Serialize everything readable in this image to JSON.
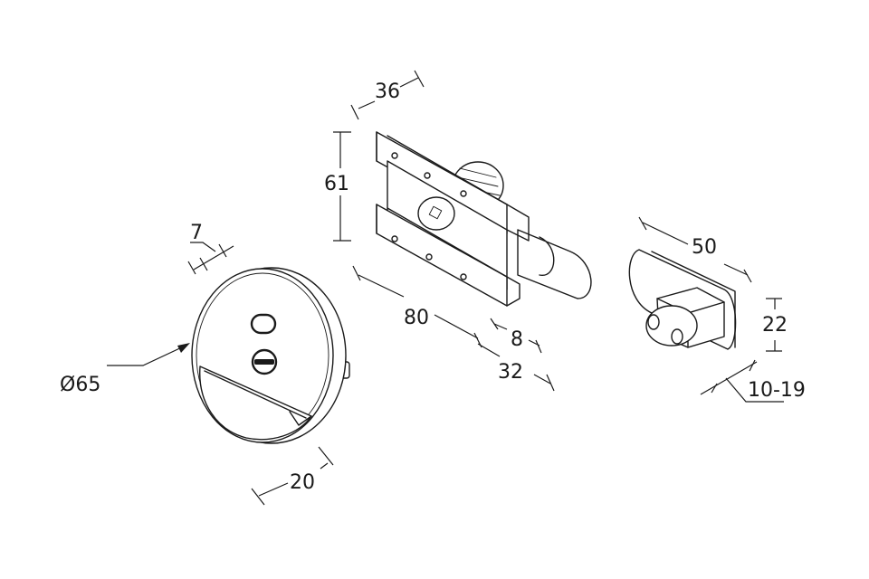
{
  "labels": {
    "diameter": "Ø65",
    "rose_thickness": "7",
    "rose_depth": "20",
    "bolt_width": "36",
    "bolt_height": "61",
    "bolt_length": "80",
    "bolt_offset": "8",
    "bolt_throw": "32",
    "keeper_length": "50",
    "keeper_height": "22",
    "door_thickness": "10-19"
  },
  "colors": {
    "line": "#1a1a1a",
    "background": "#ffffff"
  }
}
